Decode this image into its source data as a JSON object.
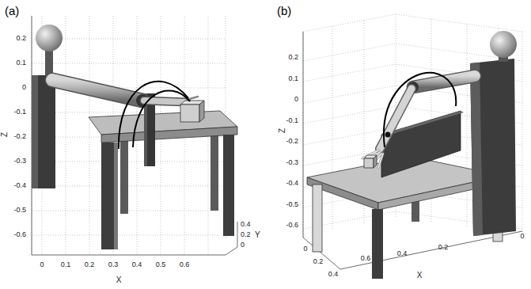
{
  "diagram": {
    "labels": [
      "(a)",
      "0.2",
      "0.1",
      "0",
      "-0.1",
      "-0.2",
      "-0.3",
      "-0.4",
      "-0.5",
      "-0.6",
      "Z",
      "0",
      "0.1",
      "0.2",
      "0.3",
      "0.4",
      "0.5",
      "0.6",
      "X",
      "0.4",
      "0.2",
      "0",
      "Y",
      "(b)",
      "0.2",
      "0.1",
      "0",
      "-0.1",
      "-0.2",
      "-0.3",
      "-0.4",
      "-0.5",
      "-0.6",
      "Z",
      "0",
      "0.2",
      "0.4",
      "0.6",
      "0.4",
      "0.2",
      "0",
      "X"
    ]
  }
}
